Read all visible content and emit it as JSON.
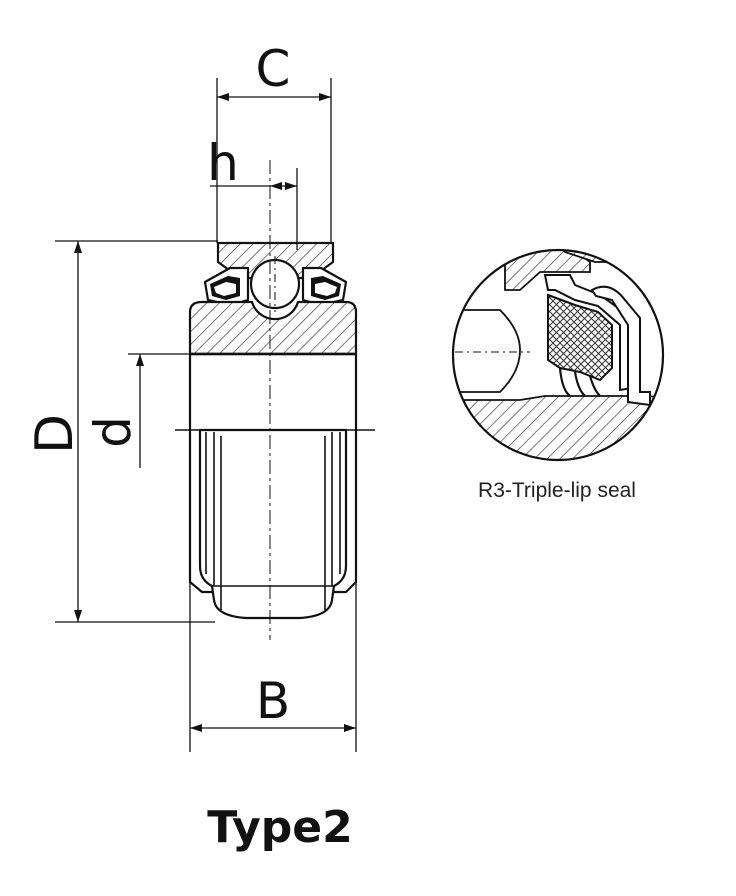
{
  "labels": {
    "C": "C",
    "h": "h",
    "D": "D",
    "d": "d",
    "B": "B"
  },
  "detail_caption": "R3-Triple-lip seal",
  "type_label": "Type2"
}
